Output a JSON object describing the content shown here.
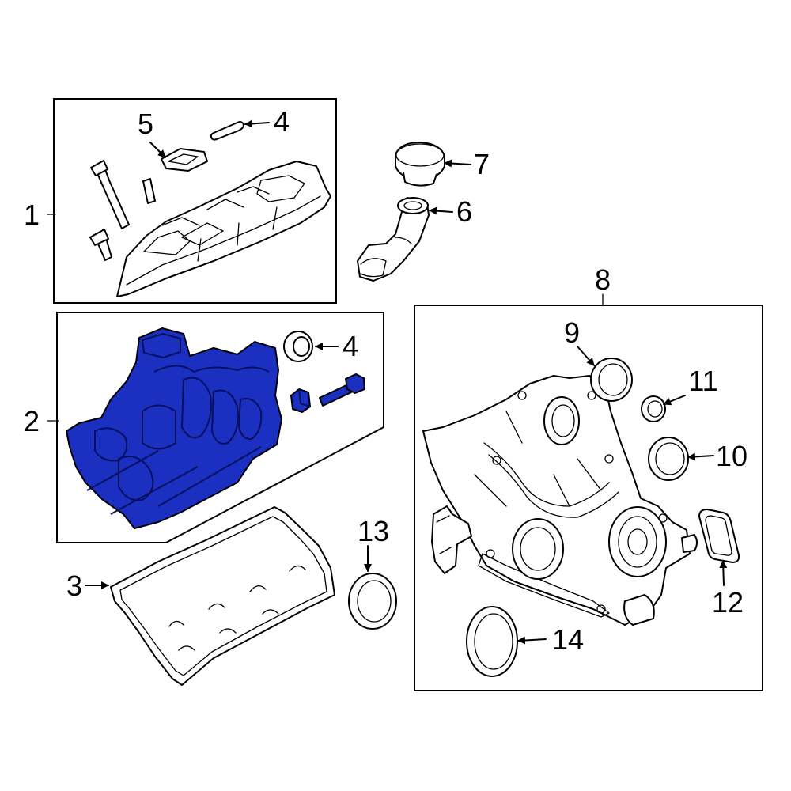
{
  "callouts": [
    {
      "id": "1",
      "label": "1"
    },
    {
      "id": "2",
      "label": "2"
    },
    {
      "id": "3",
      "label": "3"
    },
    {
      "id": "4a",
      "label": "4"
    },
    {
      "id": "4b",
      "label": "4"
    },
    {
      "id": "5",
      "label": "5"
    },
    {
      "id": "6",
      "label": "6"
    },
    {
      "id": "7",
      "label": "7"
    },
    {
      "id": "8",
      "label": "8"
    },
    {
      "id": "9",
      "label": "9"
    },
    {
      "id": "10",
      "label": "10"
    },
    {
      "id": "11",
      "label": "11"
    },
    {
      "id": "12",
      "label": "12"
    },
    {
      "id": "13",
      "label": "13"
    },
    {
      "id": "14",
      "label": "14"
    }
  ],
  "colors": {
    "highlight": "#1b2fc0",
    "line": "#000000",
    "background": "#ffffff"
  },
  "highlighted_part": "2"
}
